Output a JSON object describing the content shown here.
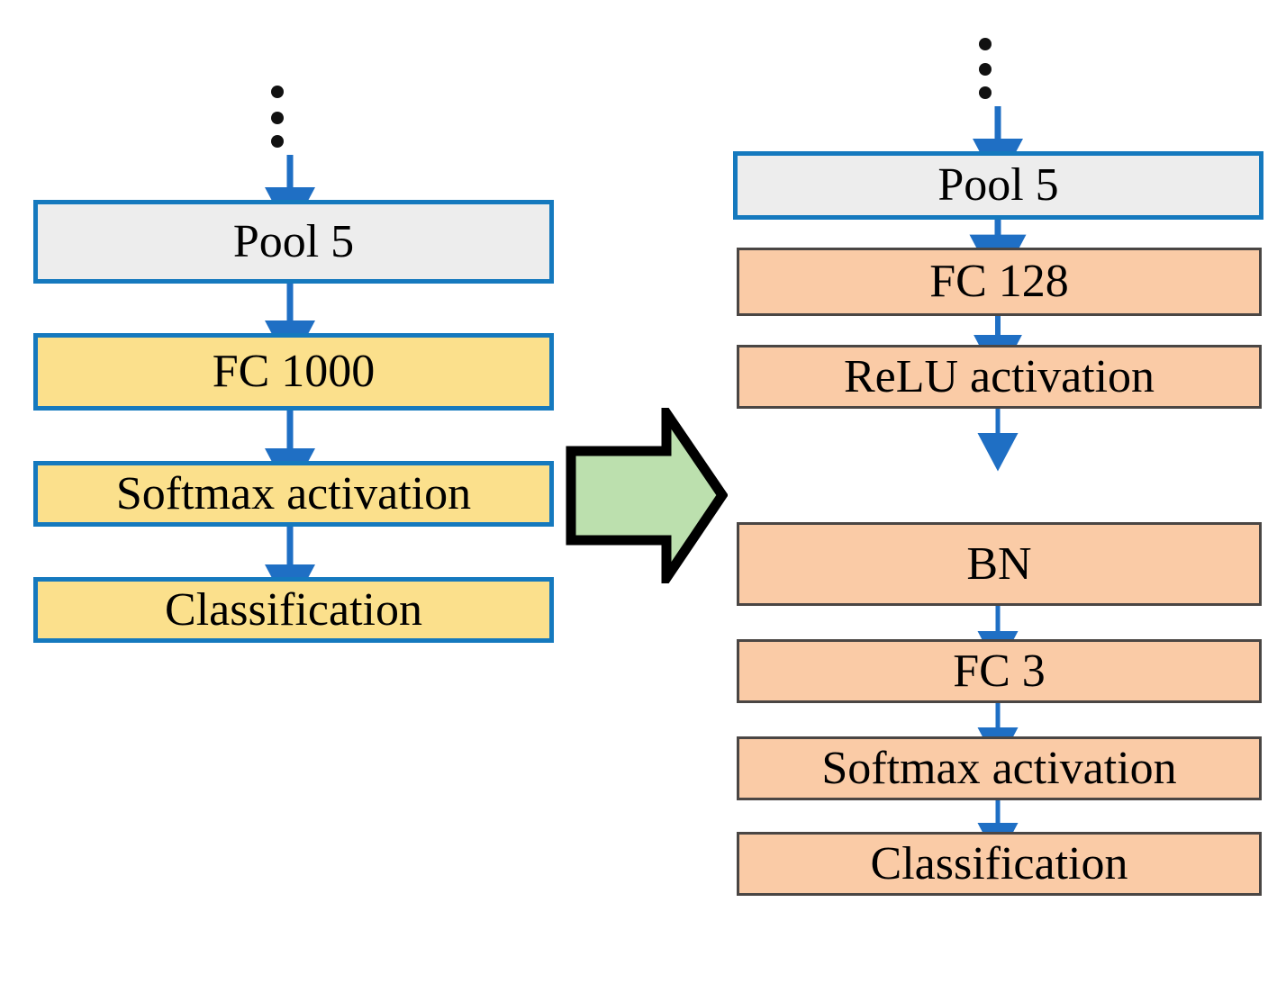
{
  "figure": {
    "type": "flowchart",
    "orientation": "left-to-right transformation",
    "background_color": "#ffffff",
    "colors": {
      "blue_border": "#1579be",
      "gray_border": "#4a4644",
      "gray_fill": "#ededed",
      "yellow_fill": "#fbe08c",
      "orange_fill": "#facba6",
      "green_fill": "#bce0ae",
      "arrow_blue": "#1f6fc4",
      "dot_black": "#111111"
    }
  },
  "left_column": {
    "name": "original-network-head",
    "ellipsis": {
      "name": "vertical-ellipsis",
      "dot_count": 3
    },
    "nodes": [
      {
        "id": "pool5",
        "label": "Pool 5",
        "fill": "gray",
        "border": "blue"
      },
      {
        "id": "fc1000",
        "label": "FC 1000",
        "fill": "yellow",
        "border": "blue"
      },
      {
        "id": "softmax",
        "label": "Softmax activation",
        "fill": "yellow",
        "border": "blue"
      },
      {
        "id": "classification",
        "label": "Classification",
        "fill": "yellow",
        "border": "blue"
      }
    ],
    "edges": [
      {
        "from": "ellipsis",
        "to": "pool5"
      },
      {
        "from": "pool5",
        "to": "fc1000"
      },
      {
        "from": "fc1000",
        "to": "softmax"
      },
      {
        "from": "softmax",
        "to": "classification"
      }
    ]
  },
  "transform_arrow": {
    "name": "green-transform-arrow",
    "direction": "right",
    "fill": "#bce0ae",
    "stroke": "#000000"
  },
  "right_column": {
    "name": "modified-network-head",
    "ellipsis": {
      "name": "vertical-ellipsis",
      "dot_count": 3
    },
    "nodes": [
      {
        "id": "pool5",
        "label": "Pool 5",
        "fill": "gray",
        "border": "blue"
      },
      {
        "id": "fc128",
        "label": "FC 128",
        "fill": "orange",
        "border": "gray"
      },
      {
        "id": "relu",
        "label": "ReLU activation",
        "fill": "orange",
        "border": "gray"
      },
      {
        "id": "bn",
        "label": "BN",
        "fill": "orange",
        "border": "gray"
      },
      {
        "id": "fc3",
        "label": "FC 3",
        "fill": "orange",
        "border": "gray"
      },
      {
        "id": "softmax",
        "label": "Softmax activation",
        "fill": "orange",
        "border": "gray"
      },
      {
        "id": "classification",
        "label": "Classification",
        "fill": "orange",
        "border": "gray"
      }
    ],
    "edges": [
      {
        "from": "ellipsis",
        "to": "pool5"
      },
      {
        "from": "pool5",
        "to": "fc128"
      },
      {
        "from": "fc128",
        "to": "relu"
      },
      {
        "from": "relu",
        "to": "bn"
      },
      {
        "from": "bn",
        "to": "fc3"
      },
      {
        "from": "fc3",
        "to": "softmax"
      },
      {
        "from": "softmax",
        "to": "classification"
      }
    ]
  }
}
